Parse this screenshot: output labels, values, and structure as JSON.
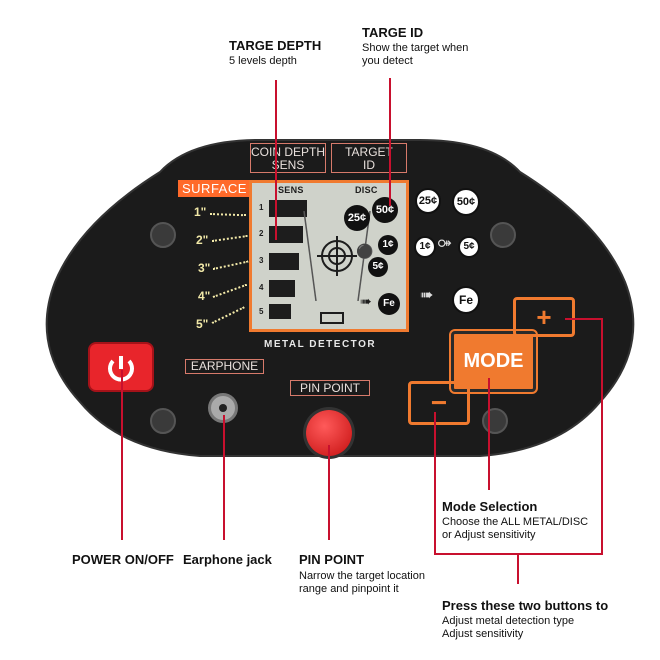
{
  "callouts": {
    "target_depth": {
      "title": "TARGE DEPTH",
      "desc": "5 levels depth"
    },
    "target_id": {
      "title": "TARGE ID",
      "desc_line1": "Show the target when",
      "desc_line2": "you detect"
    },
    "mode_selection": {
      "title": "Mode Selection",
      "desc_line1": "Choose the ALL METAL/DISC",
      "desc_line2": "or Adjust sensitivity"
    },
    "power": {
      "title": "POWER ON/OFF"
    },
    "earphone": {
      "title": "Earphone jack"
    },
    "pin_point": {
      "title": "PIN POINT",
      "desc_line1": "Narrow the target location",
      "desc_line2": "range and pinpoint it"
    },
    "press_buttons": {
      "title": "Press these two buttons to",
      "desc_line1": "Adjust metal detection type",
      "desc_line2": "Adjust sensitivity"
    }
  },
  "panel": {
    "coin_depth_line1": "COIN DEPTH",
    "coin_depth_line2": "SENS",
    "target_id_line1": "TARGET",
    "target_id_line2": "ID",
    "surface": "SURFACE",
    "depth_marks": [
      "1\"",
      "2\"",
      "3\"",
      "4\"",
      "5\""
    ],
    "lcd_sens": "SENS",
    "lcd_disc": "DISC",
    "lcd_levels": [
      "1",
      "2",
      "3",
      "4",
      "5"
    ],
    "lcd_coins": [
      "25¢",
      "50¢",
      "1¢",
      "5¢",
      "Fe"
    ],
    "side_coins": [
      "25¢",
      "50¢",
      "1¢",
      "5¢",
      "Fe"
    ],
    "brand": "METAL DETECTOR",
    "earphone_label": "EARPHONE",
    "pinpoint_label": "PIN POINT",
    "mode_button": "MODE",
    "plus_button": "+",
    "minus_button": "−"
  },
  "colors": {
    "panel": "#1b1b1b",
    "accent_orange": "#f07a2f",
    "callout_line": "#c8102e",
    "power_red": "#e8252b"
  }
}
